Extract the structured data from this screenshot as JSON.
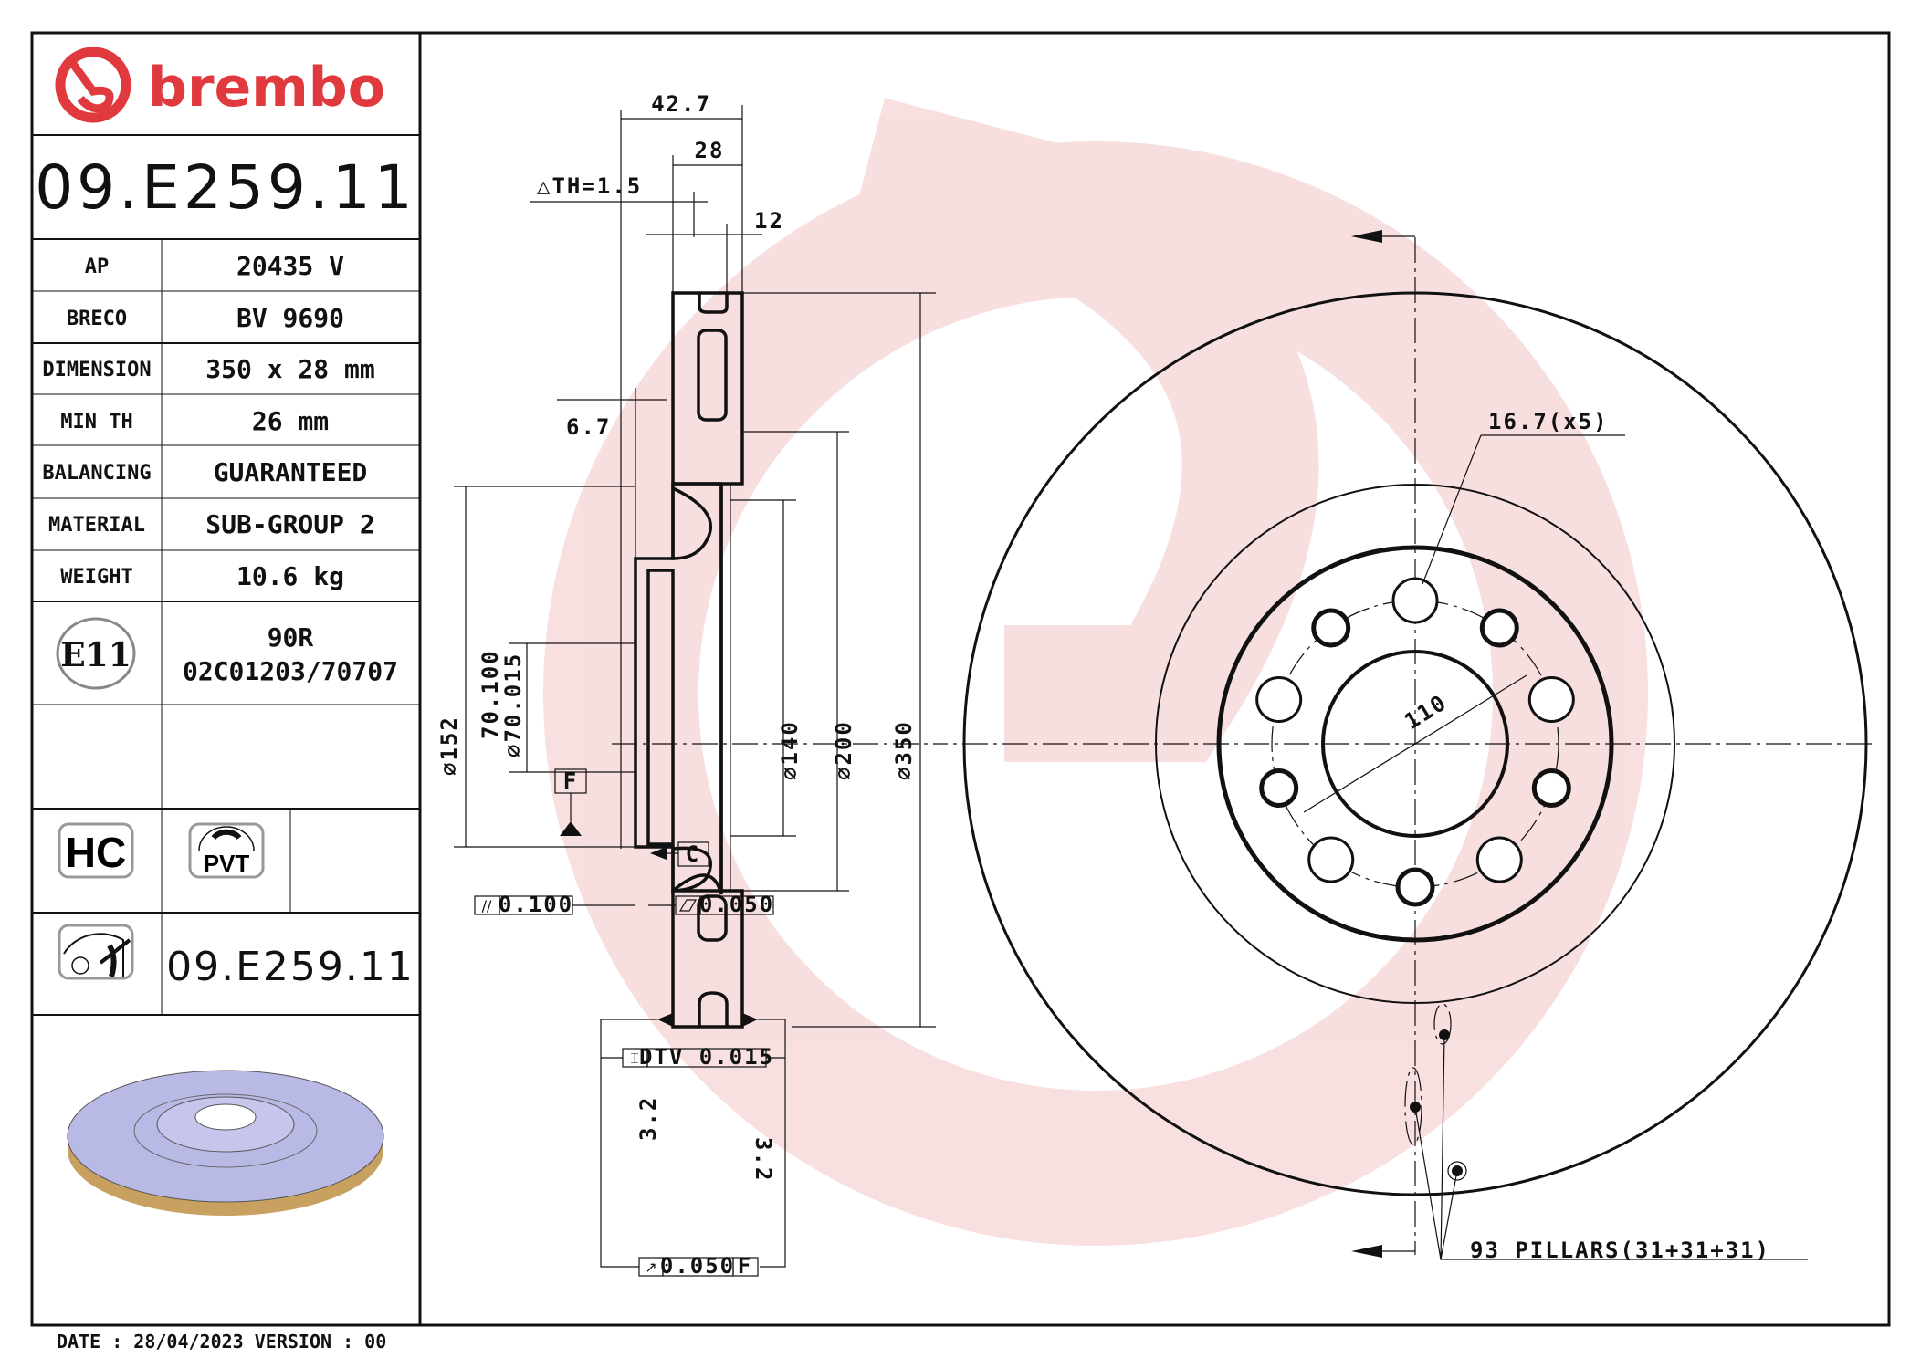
{
  "brand": {
    "name": "brembo",
    "color": "#e03a3e",
    "watermark_color": "#f6d4d4"
  },
  "part_number": "09.E259.11",
  "specs": [
    {
      "label": "AP",
      "value": "20435 V"
    },
    {
      "label": "BRECO",
      "value": "BV 9690"
    },
    {
      "label": "DIMENSION",
      "value": "350 x 28 mm"
    },
    {
      "label": "MIN TH",
      "value": "26 mm"
    },
    {
      "label": "BALANCING",
      "value": "GUARANTEED"
    },
    {
      "label": "MATERIAL",
      "value": "SUB-GROUP 2"
    },
    {
      "label": "WEIGHT",
      "value": "10.6 kg"
    }
  ],
  "homologation": {
    "mark": "E11",
    "line1": "90R",
    "line2": "02C01203/70707"
  },
  "badges": {
    "hc": "HC",
    "pvt": "PVT"
  },
  "marking_part_number": "09.E259.11",
  "footer": "DATE : 28/04/2023 VERSION : 00",
  "section_dims": {
    "overall_width": "42.7",
    "thickness": "28",
    "delta_th": "△TH=1.5",
    "vane": "12",
    "hat_offset": "6.7",
    "d152": "⌀152",
    "d70_max": "70.100",
    "d70_min": "⌀70.015",
    "d140": "⌀140",
    "d200": "⌀200",
    "d350": "⌀350",
    "datum_f": "F",
    "datum_c": "C",
    "parallelism": "0.100",
    "flatness": "0.050",
    "roughness_left": "3.2",
    "roughness_right": "3.2",
    "dtv": "DTV 0.015",
    "runout": "0.050",
    "runout_datum": "F"
  },
  "front_dims": {
    "holes": "16.7(x5)",
    "pcd": "110",
    "pillars": "93 PILLARS(31+31+31)"
  }
}
